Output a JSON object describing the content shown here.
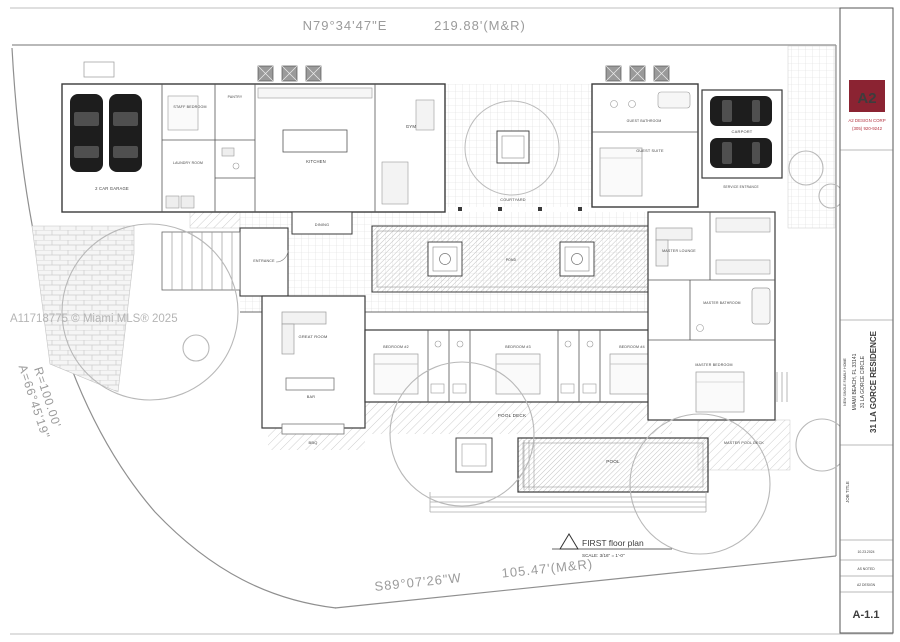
{
  "sheet": {
    "watermark": "A11718775 © Miami MLS® 2025",
    "bearing_top_dir": "N79°34'47\"E",
    "bearing_top_len": "219.88'(M&R)",
    "bearing_bottom_dir": "S89°07'26\"W",
    "bearing_bottom_len": "105.47'(M&R)",
    "curve_radius": "R=100.00'",
    "curve_arc": "A=66°45'19\"",
    "plan_name": "FIRST floor plan",
    "plan_scale": "SCALE: 3/16\" = 1'-0\""
  },
  "titleblock": {
    "logo": "A2",
    "firm": "A2 DESIGN CORP",
    "phone": "(305) 920-9242",
    "project": "31 LA GORCE RESIDENCE",
    "address": "31 LA GORCE CIRCLE",
    "city": "MIAMI BEACH, FL 33141",
    "project_type": "NEW SINGLE FAMILY HOME",
    "job_title": "JOB TITLE",
    "date": "10.23.2024",
    "scale_note": "AS NOTED",
    "drawn_by": "A2 DESIGN",
    "sheet_number": "A-1.1"
  },
  "rooms": {
    "garage": "2 CAR GARAGE",
    "staff_bedroom": "STAFF BEDROOM",
    "pantry": "PANTRY",
    "laundry": "LAUNDRY ROOM",
    "kitchen": "KITCHEN",
    "dining": "DINING",
    "gym": "GYM",
    "courtyard": "COURTYARD",
    "guest_bathroom": "GUEST BATHROOM",
    "guest_suite": "GUEST SUITE",
    "carport": "CARPORT",
    "service_entrance": "SERVICE ENTRANCE",
    "entrance": "ENTRANCE",
    "pond": "POND",
    "master_lounge": "MASTER LOUNGE",
    "great_room": "GREAT ROOM",
    "bar": "BAR",
    "bbq": "BBQ",
    "bedroom_2": "BEDROOM #2",
    "bedroom_3": "BEDROOM #3",
    "bedroom_4": "BEDROOM #4",
    "master_bathroom": "MASTER BATHROOM",
    "master_bedroom": "MASTER BEDROOM",
    "pool_deck": "POOL DECK",
    "pool": "POOL",
    "master_pool_deck": "MASTER POOL DECK"
  },
  "colors": {
    "accent": "#8b2332",
    "wall_line": "#3a3a3a",
    "muted_line": "#9b9b9b"
  }
}
